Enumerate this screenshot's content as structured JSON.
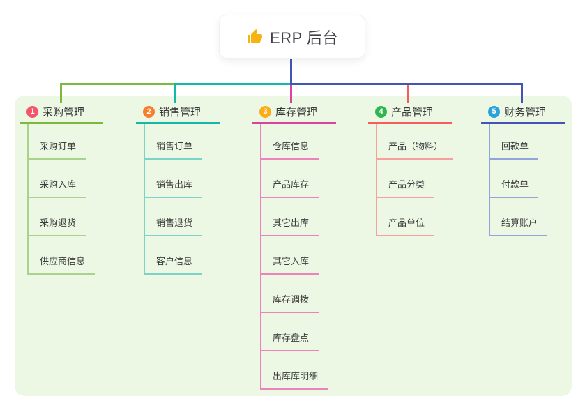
{
  "root": {
    "label": "ERP 后台",
    "icon": "thumbs-up-icon",
    "icon_color": "#f6b40e"
  },
  "connector_color": "#4354b6",
  "panel_color": "#ecf7e4",
  "branches": [
    {
      "num": "1",
      "label": "采购管理",
      "badge_color": "#f2566a",
      "line_color": "#7cba3e",
      "sub_line_color": "#a9d38c",
      "children": [
        "采购订单",
        "采购入库",
        "采购退货",
        "供应商信息"
      ]
    },
    {
      "num": "2",
      "label": "销售管理",
      "badge_color": "#f87d2c",
      "line_color": "#14b8a6",
      "sub_line_color": "#7bd4c7",
      "children": [
        "销售订单",
        "销售出库",
        "销售退货",
        "客户信息"
      ]
    },
    {
      "num": "3",
      "label": "库存管理",
      "badge_color": "#fbac18",
      "line_color": "#d8439b",
      "sub_line_color": "#ee82bd",
      "children": [
        "仓库信息",
        "产品库存",
        "其它出库",
        "其它入库",
        "库存调拨",
        "库存盘点",
        "出库库明细"
      ]
    },
    {
      "num": "4",
      "label": "产品管理",
      "badge_color": "#2db84e",
      "line_color": "#f75c5c",
      "sub_line_color": "#f8a0a0",
      "children": [
        "产品（物料）",
        "产品分类",
        "产品单位"
      ]
    },
    {
      "num": "5",
      "label": "财务管理",
      "badge_color": "#2aa2db",
      "line_color": "#4354b6",
      "sub_line_color": "#93a4da",
      "children": [
        "回款单",
        "付款单",
        "结算账户"
      ]
    }
  ]
}
